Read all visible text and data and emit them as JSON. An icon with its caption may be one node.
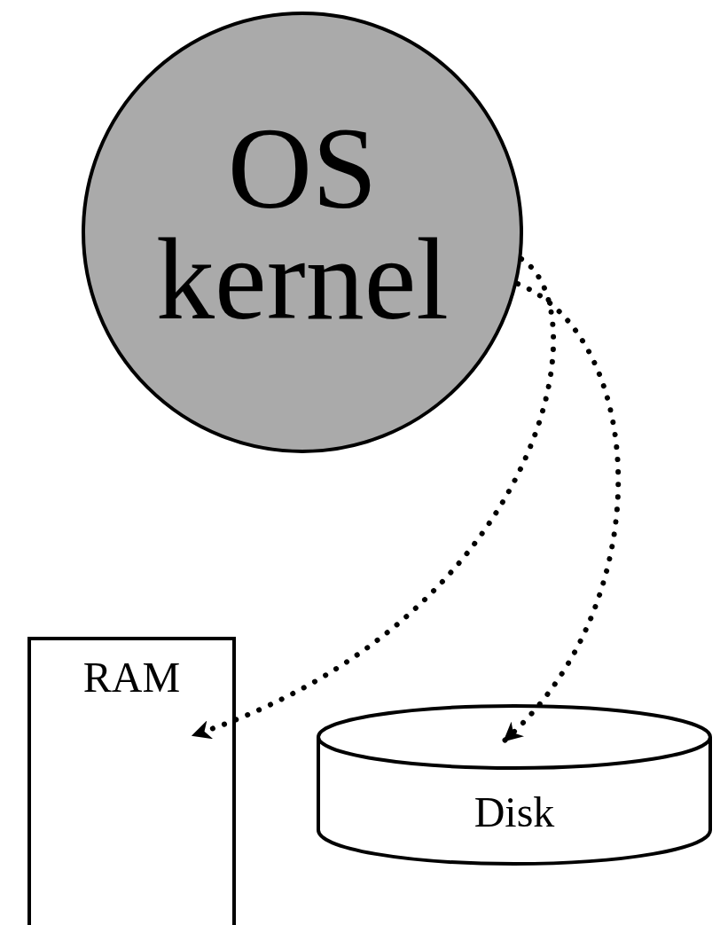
{
  "diagram": {
    "nodes": [
      {
        "text": [
          "OS kernel"
        ]
      },
      {
        "text": [
          "RAM"
        ]
      },
      {
        "text": [
          "Disk"
        ]
      }
    ],
    "edges": [
      {
        "from": 0,
        "to": 1,
        "arrow": "to",
        "style": "dashed"
      },
      {
        "from": 0,
        "to": 2,
        "arrow": "to",
        "style": "dashed"
      }
    ]
  }
}
